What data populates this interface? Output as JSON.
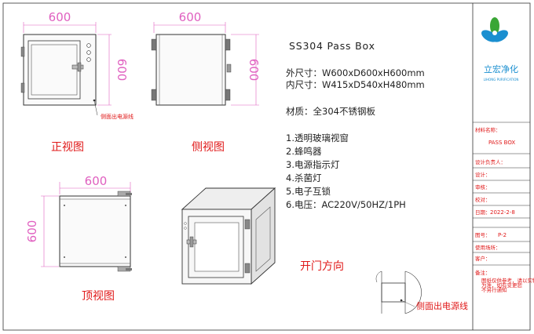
{
  "title": "SS304 Pass Box",
  "specs": {
    "outer": "外尺寸：W600xD600xH600mm",
    "inner": "内尺寸：W415xD540xH480mm",
    "material": "材质：全304不锈钢板"
  },
  "features": [
    "1.透明玻璃视窗",
    "2.蜂鸣器",
    "3.电源指示灯",
    "4.杀菌灯",
    "5.电子互锁",
    "6.电压：AC220V/50HZ/1PH"
  ],
  "dimensions": {
    "front_w": "600",
    "front_h": "600",
    "side_w": "600",
    "side_h": "600",
    "top_w": "600",
    "top_d": "600"
  },
  "labels": {
    "front_view": "正视图",
    "side_view": "侧视图",
    "top_view": "顶视图",
    "door_direction": "开门方向",
    "power_note_small": "侧面出电源线",
    "power_note_large": "侧面出电源线"
  },
  "title_block": {
    "company": "立宏净化",
    "company_sub": "LIHONG PURIFICATION",
    "project_name_label": "材料名称：",
    "project_name_value": "PASS BOX",
    "designer_label": "设计负责人：",
    "design_label": "设计：",
    "review_label": "审核：",
    "proofread_label": "校对：",
    "date_label": "日期：",
    "date_value": "2022-2-8",
    "drawing_no_label": "图号：",
    "drawing_no_value": "P-2",
    "location_label": "使用场所：",
    "client_label": "客户：",
    "notes_label": "备注：",
    "notes": "图纸仅供参考，请以实物为准，如有变更恕不另行通知"
  },
  "colors": {
    "dimension": "#e060c0",
    "caption": "#e01818",
    "logo_blue": "#1a8fd0",
    "logo_green": "#3aa635",
    "frame": "#333333"
  }
}
